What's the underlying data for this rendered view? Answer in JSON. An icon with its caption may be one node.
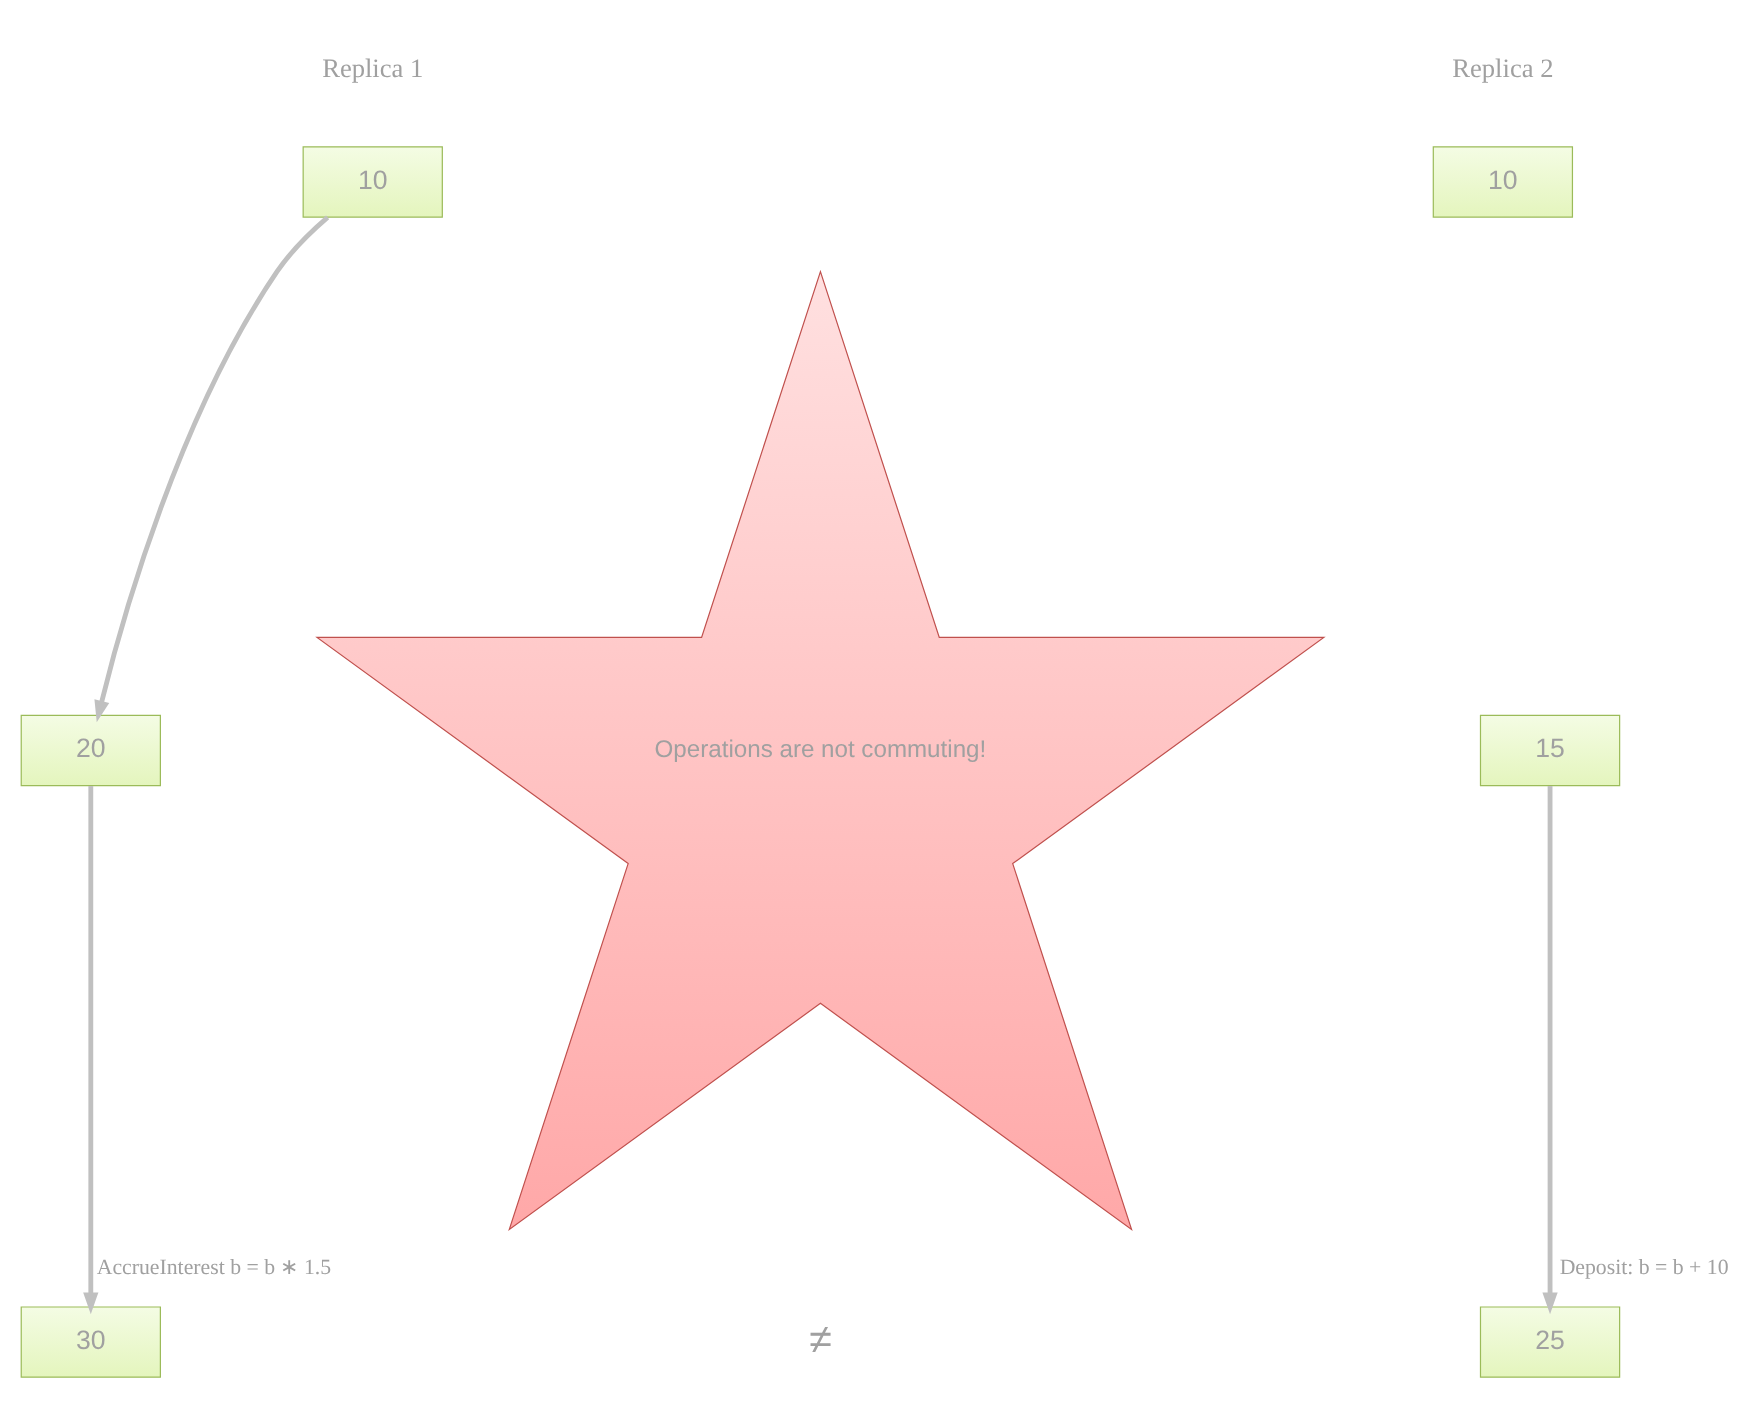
{
  "diagram": {
    "nodes": [
      {
        "text": [
          "10"
        ]
      },
      {
        "text": [
          "10"
        ]
      },
      {
        "text": [
          "Operations are not commuting!"
        ]
      },
      {
        "text": [
          "20"
        ]
      },
      {
        "text": [
          "15"
        ]
      },
      {
        "text": [
          "30"
        ]
      },
      {
        "text": [
          "25"
        ]
      }
    ],
    "edges": [
      {
        "from": 0,
        "to": 3,
        "arrow": "to"
      },
      {
        "from": 3,
        "to": 5,
        "arrow": "to",
        "label": "AccrueInterest b = b ∗ 1.5"
      },
      {
        "from": 4,
        "to": 6,
        "arrow": "to",
        "label": "Deposit: b = b + 10"
      }
    ],
    "labels": [
      "Replica 1",
      "Replica 2",
      "≠"
    ]
  }
}
